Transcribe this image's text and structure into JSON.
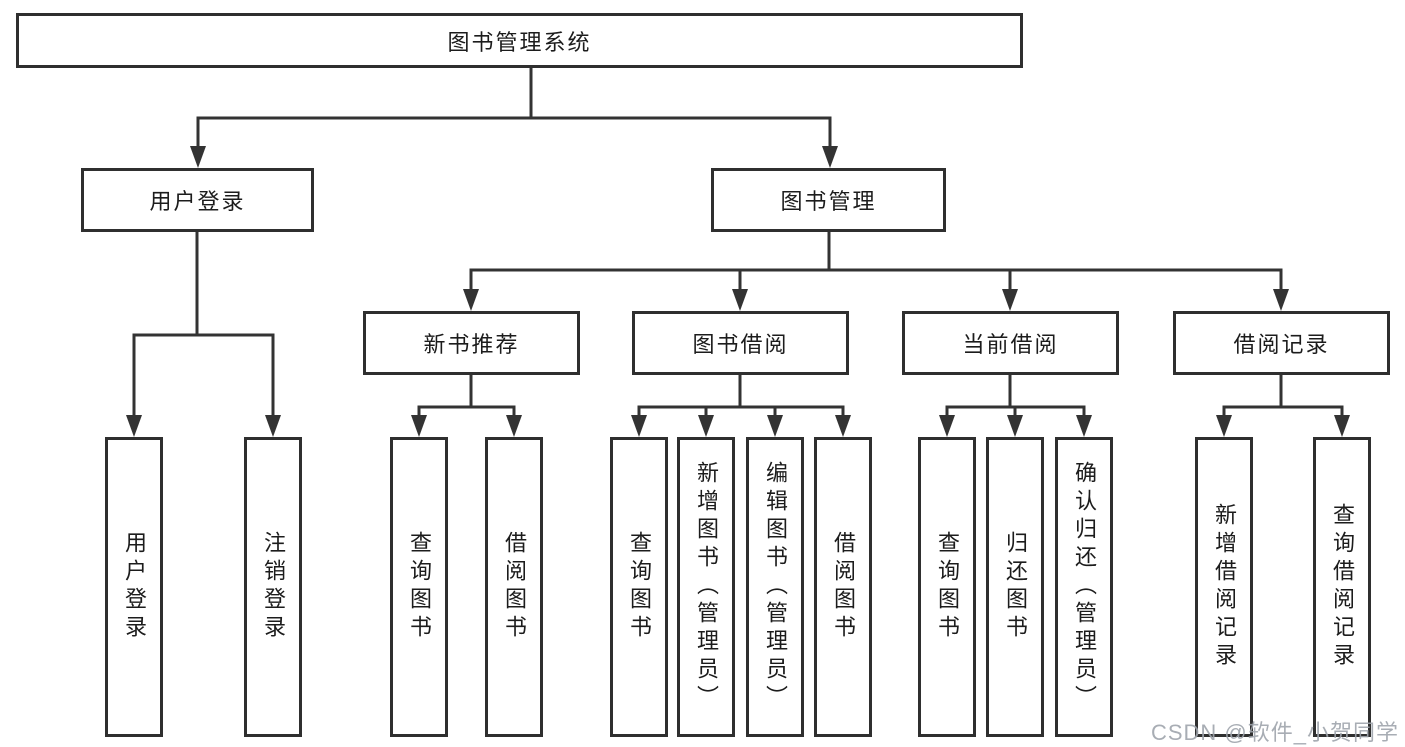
{
  "diagram": {
    "title": "图书管理系统",
    "line_color": "#333333",
    "nodes": {
      "root": "图书管理系统",
      "user_login": "用户登录",
      "book_management": "图书管理",
      "new_book_recommend": "新书推荐",
      "book_borrowing": "图书借阅",
      "current_borrowing": "当前借阅",
      "borrowing_records": "借阅记录",
      "leaf_user_login": "用户登录",
      "leaf_logout": "注销登录",
      "nbr_query_books": "查询图书",
      "nbr_borrow_books": "借阅图书",
      "bb_query_books": "查询图书",
      "bb_add_books_admin": "新增图书（管理员）",
      "bb_edit_books_admin": "编辑图书（管理员）",
      "bb_borrow_books": "借阅图书",
      "cb_query_books": "查询图书",
      "cb_return_books": "归还图书",
      "cb_confirm_return_admin": "确认归还（管理员）",
      "br_add_record": "新增借阅记录",
      "br_query_record": "查询借阅记录"
    },
    "hierarchy": {
      "图书管理系统": {
        "用户登录": [
          "用户登录",
          "注销登录"
        ],
        "图书管理": {
          "新书推荐": [
            "查询图书",
            "借阅图书"
          ],
          "图书借阅": [
            "查询图书",
            "新增图书（管理员）",
            "编辑图书（管理员）",
            "借阅图书"
          ],
          "当前借阅": [
            "查询图书",
            "归还图书",
            "确认归还（管理员）"
          ],
          "借阅记录": [
            "新增借阅记录",
            "查询借阅记录"
          ]
        }
      }
    }
  },
  "watermark": {
    "text": "CSDN @软件_小贺同学",
    "color": "#9ea4ac"
  }
}
